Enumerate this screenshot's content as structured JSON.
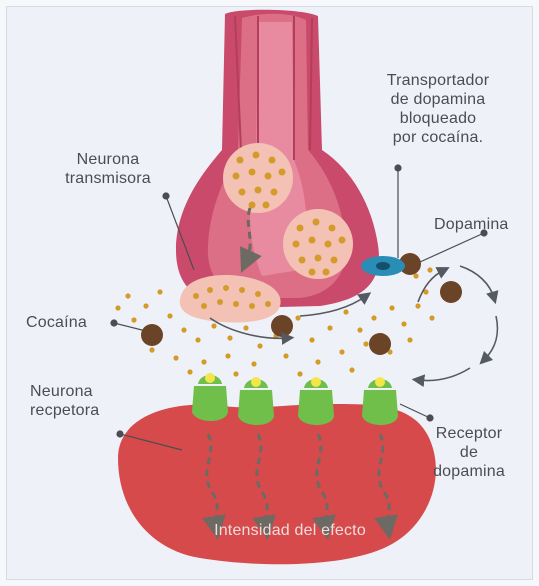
{
  "labels": {
    "transporter": [
      "Transportador",
      "de dopamina",
      "bloqueado",
      "por cocaína."
    ],
    "transmitter": [
      "Neurona",
      "transmisora"
    ],
    "dopamine": "Dopamina",
    "cocaine": "Cocaína",
    "receptor_neuron": [
      "Neurona",
      "recpetora"
    ],
    "receptor": [
      "Receptor",
      "de",
      "dopamina"
    ],
    "effect": "Intensidad del efecto"
  },
  "colors": {
    "background": "#eef1f7",
    "neuron_dark": "#c94a6a",
    "neuron_light": "#e2788f",
    "vesicle": "#f3c2b4",
    "dopamine_dot": "#d49a2a",
    "cocaine": "#6b4326",
    "transporter": "#2a8db6",
    "receptor_green": "#6fbf4a",
    "receptor_yellow": "#f2e64a",
    "receiving_neuron": "#d64a4c",
    "arrow": "#555a60"
  }
}
